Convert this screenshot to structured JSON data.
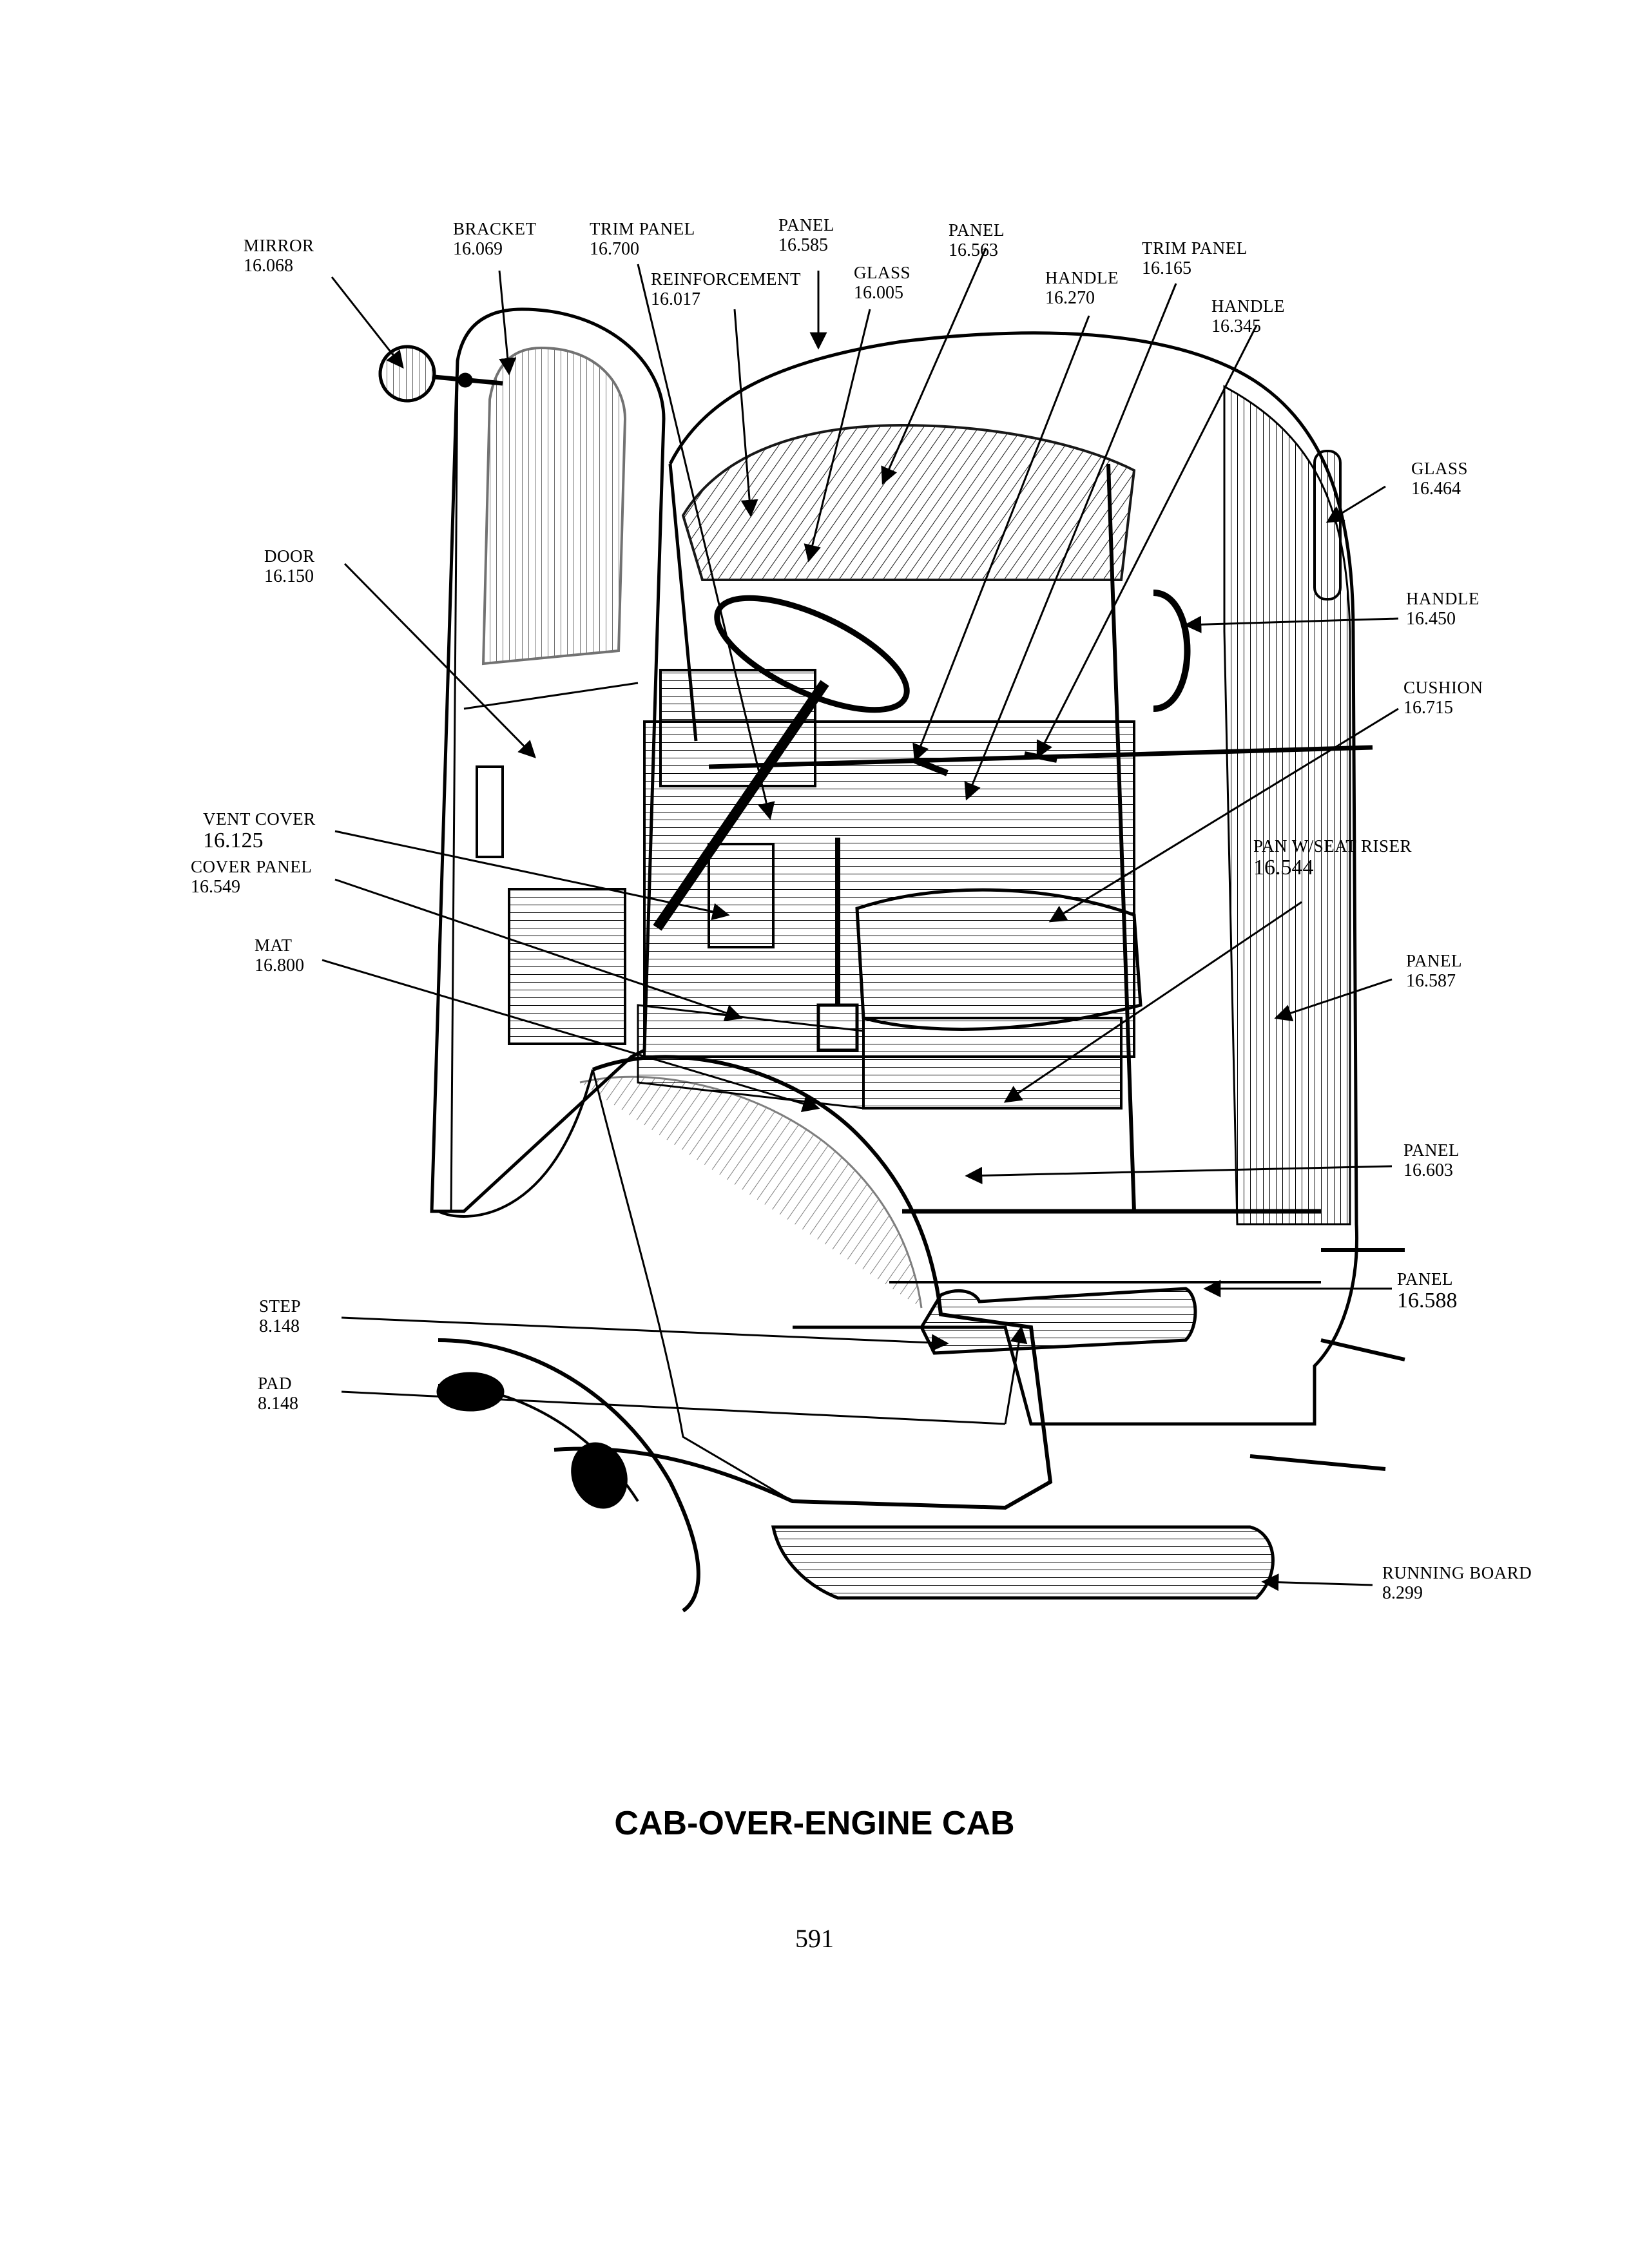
{
  "diagram": {
    "title": "CAB-OVER-ENGINE CAB",
    "page_number": "591",
    "colors": {
      "ink": "#000000",
      "paper": "#ffffff"
    },
    "labels": [
      {
        "id": "mirror",
        "name": "MIRROR",
        "part": "16.068"
      },
      {
        "id": "bracket",
        "name": "BRACKET",
        "part": "16.069"
      },
      {
        "id": "trim-panel-1",
        "name": "TRIM PANEL",
        "part": "16.700"
      },
      {
        "id": "reinforcement",
        "name": "REINFORCEMENT",
        "part": "16.017"
      },
      {
        "id": "panel-585",
        "name": "PANEL",
        "part": "16.585"
      },
      {
        "id": "glass-005",
        "name": "GLASS",
        "part": "16.005"
      },
      {
        "id": "panel-563",
        "name": "PANEL",
        "part": "16.563"
      },
      {
        "id": "handle-270",
        "name": "HANDLE",
        "part": "16.270"
      },
      {
        "id": "trim-panel-2",
        "name": "TRIM PANEL",
        "part": "16.165"
      },
      {
        "id": "handle-345",
        "name": "HANDLE",
        "part": "16.345"
      },
      {
        "id": "glass-464",
        "name": "GLASS",
        "part": "16.464"
      },
      {
        "id": "door",
        "name": "DOOR",
        "part": "16.150"
      },
      {
        "id": "handle-450",
        "name": "HANDLE",
        "part": "16.450"
      },
      {
        "id": "cushion",
        "name": "CUSHION",
        "part": "16.715"
      },
      {
        "id": "vent-cover",
        "name": "VENT COVER",
        "part": "16.125"
      },
      {
        "id": "cover-panel",
        "name": "COVER PANEL",
        "part": "16.549"
      },
      {
        "id": "pan-seat-riser",
        "name": "PAN W/SEAT RISER",
        "part": "16.544"
      },
      {
        "id": "mat",
        "name": "MAT",
        "part": "16.800"
      },
      {
        "id": "panel-587",
        "name": "PANEL",
        "part": "16.587"
      },
      {
        "id": "panel-603",
        "name": "PANEL",
        "part": "16.603"
      },
      {
        "id": "panel-588",
        "name": "PANEL",
        "part": "16.588"
      },
      {
        "id": "step",
        "name": "STEP",
        "part": "8.148"
      },
      {
        "id": "pad",
        "name": "PAD",
        "part": "8.148"
      },
      {
        "id": "running-board",
        "name": "RUNNING BOARD",
        "part": "8.299"
      }
    ]
  }
}
